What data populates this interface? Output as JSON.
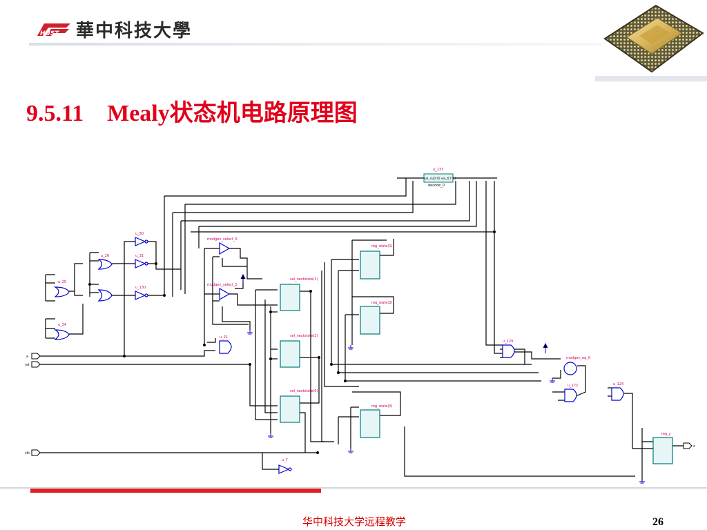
{
  "header": {
    "logo_mark_text": "HUST",
    "university_name": "華中科技大學"
  },
  "slide": {
    "title": "9.5.11    Mealy状态机电路原理图"
  },
  "schematic": {
    "decoder_label": "decode_0",
    "decoder_ports": "sel_in[2:0]   sel_t[7:0]",
    "decoder_inst": "u_133",
    "mux_labels": [
      "modgen_select_0",
      "modgen_select_1"
    ],
    "or_gate_labels": [
      "u_25",
      "u_26",
      "u_34"
    ],
    "inverter_labels": [
      "u_30",
      "u_31",
      "u_130",
      "u_7"
    ],
    "and_gate_labels": [
      "u_21",
      "u_129",
      "u_172",
      "u_124"
    ],
    "flipflop_labels": [
      "reg_state(1)",
      "reg_state(2)",
      "reg_state(0)",
      "reg_z"
    ],
    "next_state_labels": [
      "sel_nextstate(1)",
      "sel_nextstate(2)",
      "sel_nextstate(0)"
    ],
    "eq_label": "modgen_eq_0",
    "inputs": [
      "a",
      "rst",
      "clk"
    ],
    "output": "z",
    "colors": {
      "wire": "#000000",
      "component": "#0000cc",
      "register_fill": "#e6f5f5",
      "register_border": "#007a7a",
      "label": "#cc0066"
    }
  },
  "footer": {
    "text": "华中科技大学远程教学",
    "page_number": "26"
  }
}
